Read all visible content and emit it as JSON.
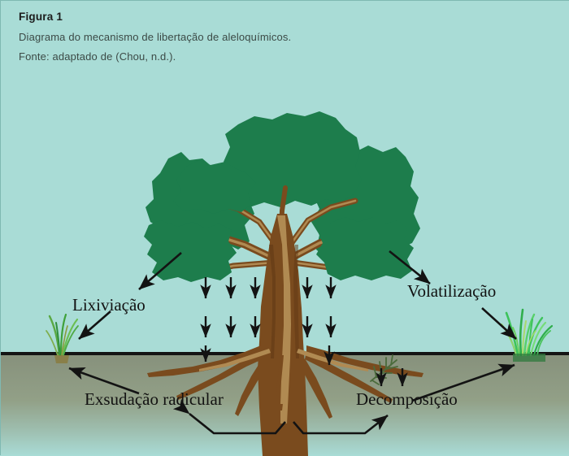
{
  "figure": {
    "label": "Figura 1",
    "caption": "Diagrama do mecanismo de libertação de aleloquímicos.",
    "source": "Fonte: adaptado de (Chou, n.d.)."
  },
  "diagram": {
    "title_text": "Diagrama do mecanismo de libertação de aleloquímicos.",
    "labels": [
      {
        "id": "lixiviacao",
        "text": "Lixiviação"
      },
      {
        "id": "volatilizacao",
        "text": "Volatilização"
      },
      {
        "id": "exsudacao",
        "text": "Exsudação radicular"
      },
      {
        "id": "decomposicao",
        "text": "Decomposição"
      }
    ],
    "elements": {
      "tree": "broadleaf-tree",
      "left_grass": "sparse-grass-tuft",
      "right_grass": "dense-grass-tuft",
      "leaf_litter": "fern-leaf",
      "soil_band": "soil-ground",
      "ground_line": "horizon-line"
    },
    "colors": {
      "background": "#a9dcd6",
      "sky": "#a9dcd6",
      "soil_top": "#87917c",
      "soil_bottom": "#a9dcd6",
      "ground_line": "#1a1a1a",
      "foliage": "#1d7d4c",
      "trunk_dark": "#7a4b1e",
      "trunk_light": "#b08a52",
      "grass_left": "#5aa843",
      "grass_right": "#3dc35a",
      "arrow": "#131313",
      "caption_text": "#3c4a46",
      "label_text": "#121212"
    },
    "arrow_groups": {
      "leaching_drop_left_count": 6,
      "leaching_drop_right_count": 5,
      "decomposition_drop_count": 2,
      "diagonal_arrows": 6
    }
  }
}
